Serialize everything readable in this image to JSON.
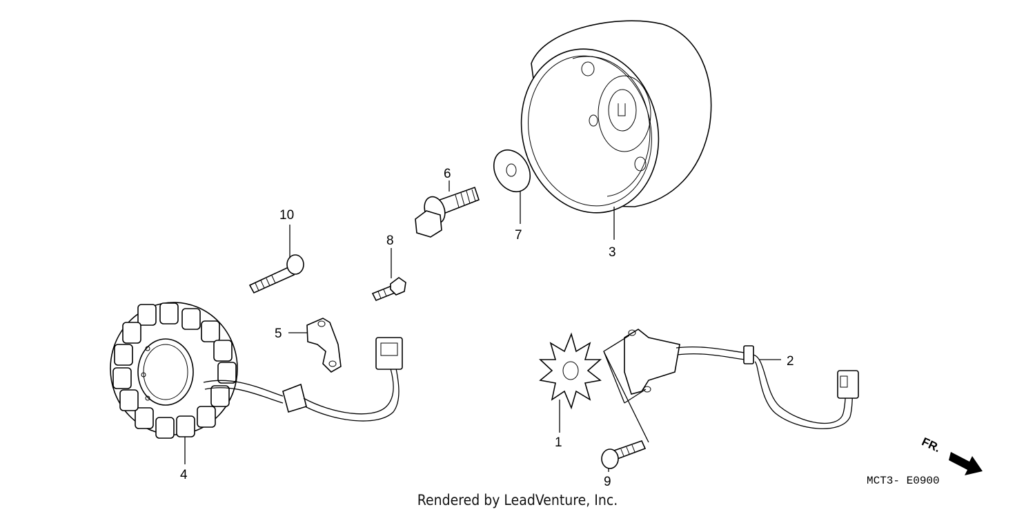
{
  "callouts": {
    "c1": "1",
    "c2": "2",
    "c3": "3",
    "c4": "4",
    "c5": "5",
    "c6": "6",
    "c7": "7",
    "c8": "8",
    "c9": "9",
    "c10": "10"
  },
  "diagram_code": "MCT3- E0900",
  "direction_label": "FR.",
  "footer": "Rendered by LeadVenture, Inc."
}
